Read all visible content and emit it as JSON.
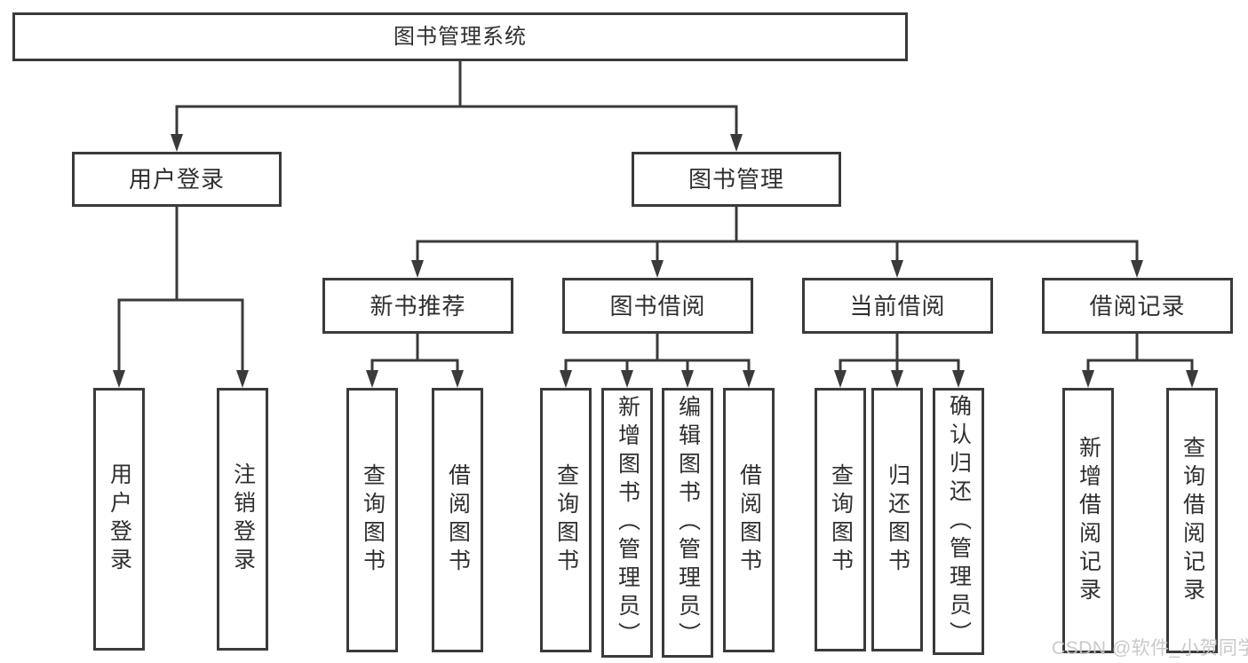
{
  "diagram": {
    "root": {
      "label": "图书管理系统"
    },
    "branches": [
      {
        "label": "用户登录",
        "children": [
          {
            "label": "用户登录"
          },
          {
            "label": "注销登录"
          }
        ]
      },
      {
        "label": "图书管理",
        "children": [
          {
            "label": "新书推荐",
            "children": [
              {
                "label": "查询图书"
              },
              {
                "label": "借阅图书"
              }
            ]
          },
          {
            "label": "图书借阅",
            "children": [
              {
                "label": "查询图书"
              },
              {
                "label": "新增图书（管理员）"
              },
              {
                "label": "编辑图书（管理员）"
              },
              {
                "label": "借阅图书"
              }
            ]
          },
          {
            "label": "当前借阅",
            "children": [
              {
                "label": "查询图书"
              },
              {
                "label": "归还图书"
              },
              {
                "label": "确认归还（管理员）"
              }
            ]
          },
          {
            "label": "借阅记录",
            "children": [
              {
                "label": "新增借阅记录"
              },
              {
                "label": "查询借阅记录"
              }
            ]
          }
        ]
      }
    ],
    "watermark": "CSDN @软件_小贺同学",
    "colors": {
      "line": "#3a3a3a",
      "text": "#2f2f2f",
      "watermark": "#c6c6c8",
      "background": "#ffffff"
    }
  }
}
